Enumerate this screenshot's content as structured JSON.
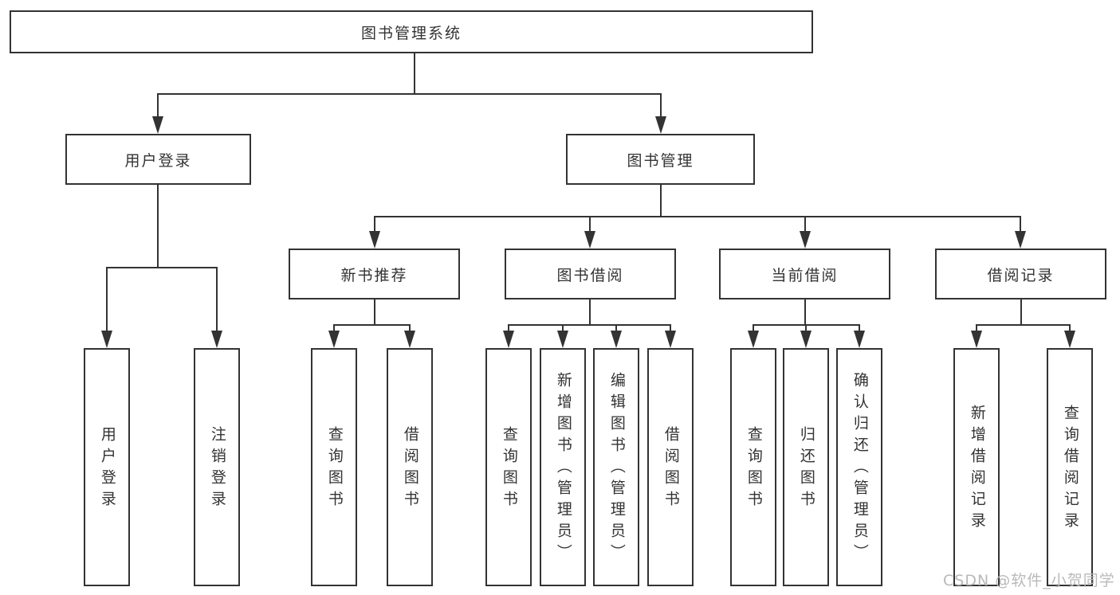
{
  "diagram_type": "hierarchy-tree",
  "colors": {
    "line": "#333333",
    "box_border": "#333333",
    "box_fill": "#ffffff",
    "text": "#333333",
    "watermark": "#b9b9b9",
    "background": "#ffffff"
  },
  "tree": {
    "root": {
      "label": "图书管理系统",
      "children": [
        {
          "label": "用户登录",
          "children": [
            {
              "label": "用户登录"
            },
            {
              "label": "注销登录"
            }
          ]
        },
        {
          "label": "图书管理",
          "children": [
            {
              "label": "新书推荐",
              "children": [
                {
                  "label": "查询图书"
                },
                {
                  "label": "借阅图书"
                }
              ]
            },
            {
              "label": "图书借阅",
              "children": [
                {
                  "label": "查询图书"
                },
                {
                  "label": "新增图书（管理员）"
                },
                {
                  "label": "编辑图书（管理员）"
                },
                {
                  "label": "借阅图书"
                }
              ]
            },
            {
              "label": "当前借阅",
              "children": [
                {
                  "label": "查询图书"
                },
                {
                  "label": "归还图书"
                },
                {
                  "label": "确认归还（管理员）"
                }
              ]
            },
            {
              "label": "借阅记录",
              "children": [
                {
                  "label": "新增借阅记录"
                },
                {
                  "label": "查询借阅记录"
                }
              ]
            }
          ]
        }
      ]
    }
  },
  "watermark": {
    "text": "CSDN @软件_小贺同学"
  }
}
